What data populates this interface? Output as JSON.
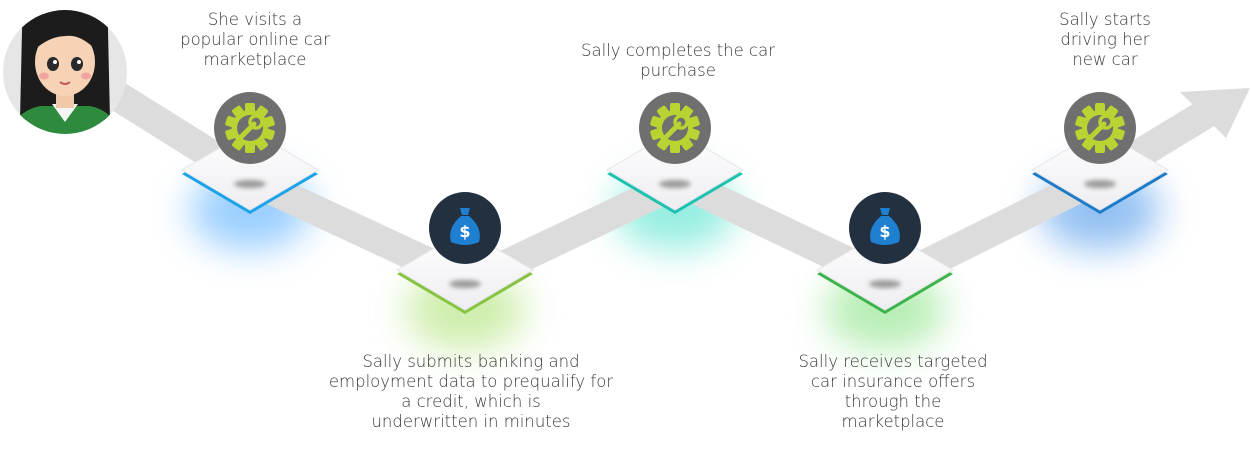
{
  "steps": [
    {
      "id": "visit",
      "label": "She visits a\npopular online car\nmarketplace",
      "icon": "gear-wrench-icon",
      "accent": "#1aa3e8",
      "glow": "#4aa8ff"
    },
    {
      "id": "submit",
      "label": "Sally submits banking and\nemployment data to prequalify for\na credit, which is\nunderwritten in minutes",
      "icon": "money-bag-icon",
      "accent": "#86c440",
      "glow": "#a8e06a"
    },
    {
      "id": "purchase",
      "label": "Sally completes the car\npurchase",
      "icon": "gear-wrench-icon",
      "accent": "#1cc2b0",
      "glow": "#40e0c8"
    },
    {
      "id": "insurance",
      "label": "Sally receives targeted\ncar insurance offers\nthrough the\nmarketplace",
      "icon": "money-bag-icon",
      "accent": "#3cb44a",
      "glow": "#7fe07a"
    },
    {
      "id": "drive",
      "label": "Sally starts\ndriving her\nnew car",
      "icon": "gear-wrench-icon",
      "accent": "#1c7cc8",
      "glow": "#3a8ee8"
    }
  ],
  "colors": {
    "path": "#dcdcdc",
    "gear_disc": "#6f6f6f",
    "gear_fill": "#b8d432",
    "bag_disc": "#233040",
    "bag_fill": "#1f7fd0",
    "avatar_bg": "#e6e6e6"
  }
}
